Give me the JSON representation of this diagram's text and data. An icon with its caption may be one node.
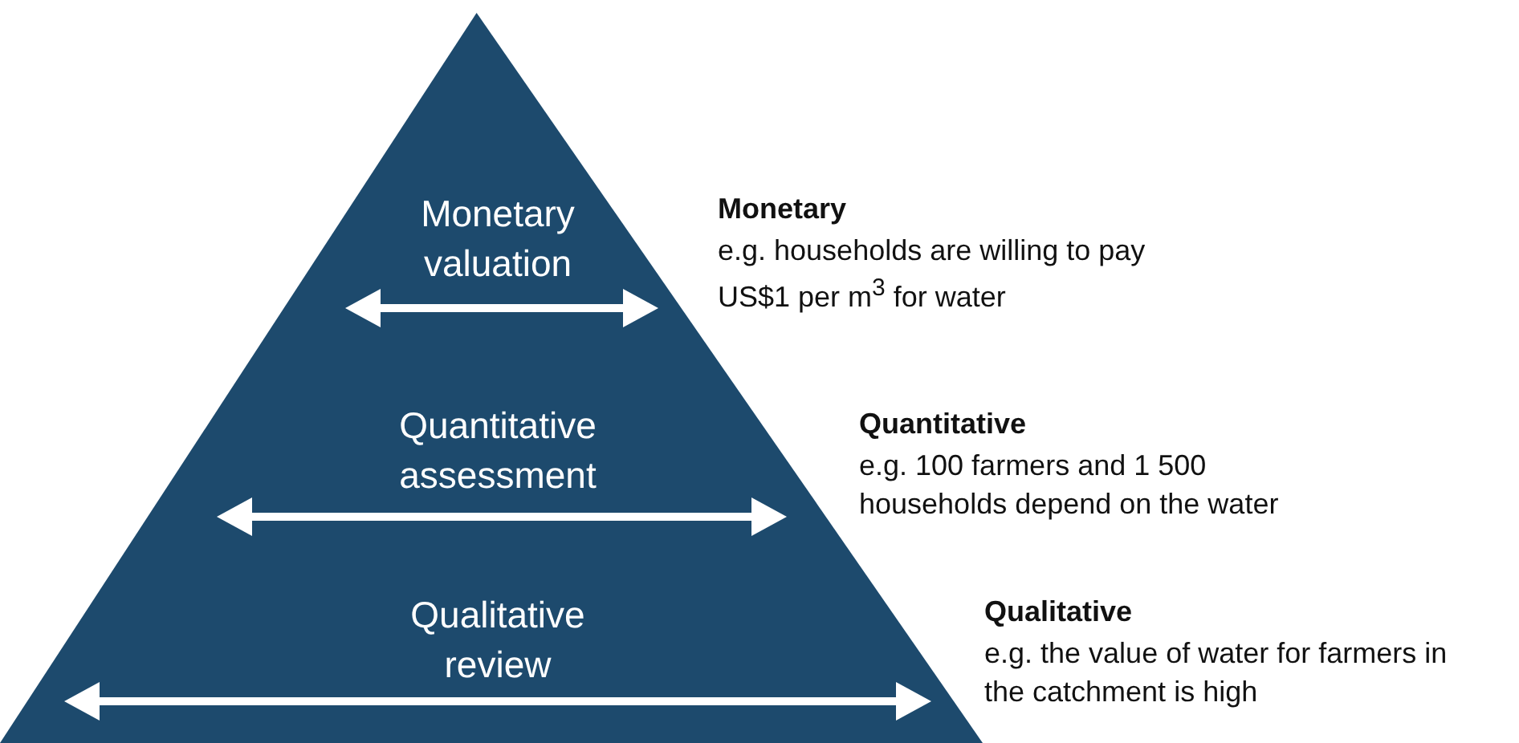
{
  "diagram": {
    "nodes": [
      {
        "text": [
          "Monetary valuation",
          "Quantitative assessment",
          "Qualitative review"
        ]
      }
    ],
    "edges": [],
    "labels": [
      "Monetary",
      "e.g. households are willing to pay US$1 per m$^{3}$ for water",
      "Quantitative",
      "e.g. 100 farmers and 1 500 households depend on the water",
      "Qualitative",
      "e.g. the value of water for farmers in the catchment is high"
    ]
  }
}
